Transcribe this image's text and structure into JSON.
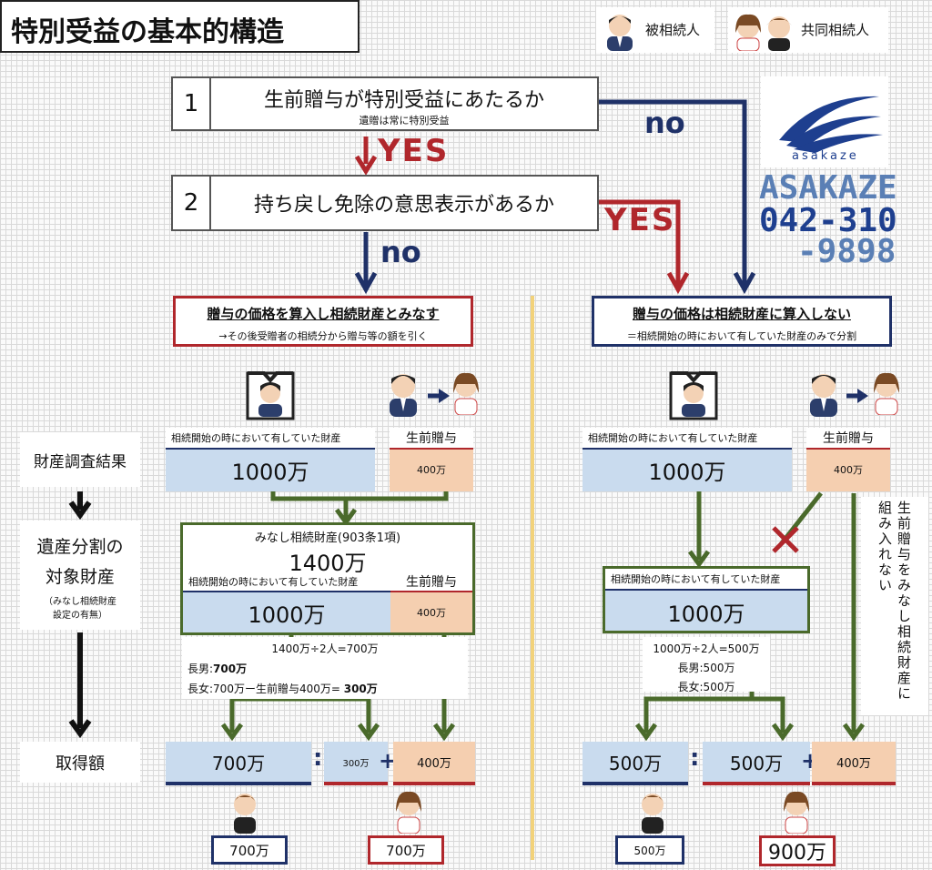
{
  "title": "特別受益の基本的構造",
  "legend": {
    "decedent": "被相続人",
    "heirs": "共同相続人"
  },
  "q1": {
    "num": "1",
    "text": "生前贈与が特別受益にあたるか",
    "sub": "遺贈は常に特別受益"
  },
  "q2": {
    "num": "2",
    "text": "持ち戻し免除の意思表示があるか"
  },
  "flow": {
    "yes1": "YES",
    "no1": "no",
    "yes2": "YES",
    "no2": "no"
  },
  "logo": {
    "brand": "asakaze",
    "big": "ASAKAZE",
    "phone1": "042-310",
    "phone2": "-9898"
  },
  "left_result": {
    "title": "贈与の価格を算入し相続財産とみなす",
    "sub": "→その後受贈者の相続分から贈与等の額を引く"
  },
  "right_result": {
    "title": "贈与の価格は相続財産に算入しない",
    "sub": "＝相続開始の時において有していた財産のみで分割"
  },
  "steps": {
    "survey": "財産調査結果",
    "target1": "遺産分割の",
    "target2": "対象財産",
    "target_note1": "（みなし相続財産",
    "target_note2": "設定の有無）",
    "acquired": "取得額"
  },
  "left": {
    "estate_label": "相続開始の時において有していた財産",
    "estate_value": "1000万",
    "gift_label": "生前贈与",
    "gift_value": "400万",
    "deemed_label": "みなし相続財産(903条1項)",
    "deemed_value": "1400万",
    "inner_estate_label": "相続開始の時において有していた財産",
    "inner_estate_value": "1000万",
    "inner_gift_label": "生前贈与",
    "inner_gift_value": "400万",
    "calc1": "1400万÷2人=700万",
    "calc2_pre": "長男:",
    "calc2_val": "700万",
    "calc3_pre": "長女:700万ー生前贈与400万= ",
    "calc3_val": "300万",
    "acq_son": "700万",
    "acq_daughter_a": "300万",
    "acq_daughter_b": "400万",
    "plus": "+",
    "colon": ":",
    "final_son": "700万",
    "final_daughter": "700万"
  },
  "right": {
    "estate_label": "相続開始の時において有していた財産",
    "estate_value": "1000万",
    "gift_label": "生前贈与",
    "gift_value": "400万",
    "target_label": "相続開始の時において有していた財産",
    "target_value": "1000万",
    "calc1": "1000万÷2人=500万",
    "calc2": "長男:500万",
    "calc3": "長女:500万",
    "vertical_note": "生前贈与をみなし相続財産に組み入れない",
    "acq_son": "500万",
    "acq_daughter_a": "500万",
    "acq_daughter_b": "400万",
    "plus": "+",
    "colon": ":",
    "final_son": "500万",
    "final_daughter": "900万"
  },
  "colors": {
    "navy": "#1f3168",
    "red": "#b0272c",
    "green": "#4a6a2b",
    "blue_box": "#c9dbee",
    "peach_box": "#f5cfb0",
    "logo_blue": "#1e3f8f",
    "logo_grey": "#5a7fb5"
  }
}
